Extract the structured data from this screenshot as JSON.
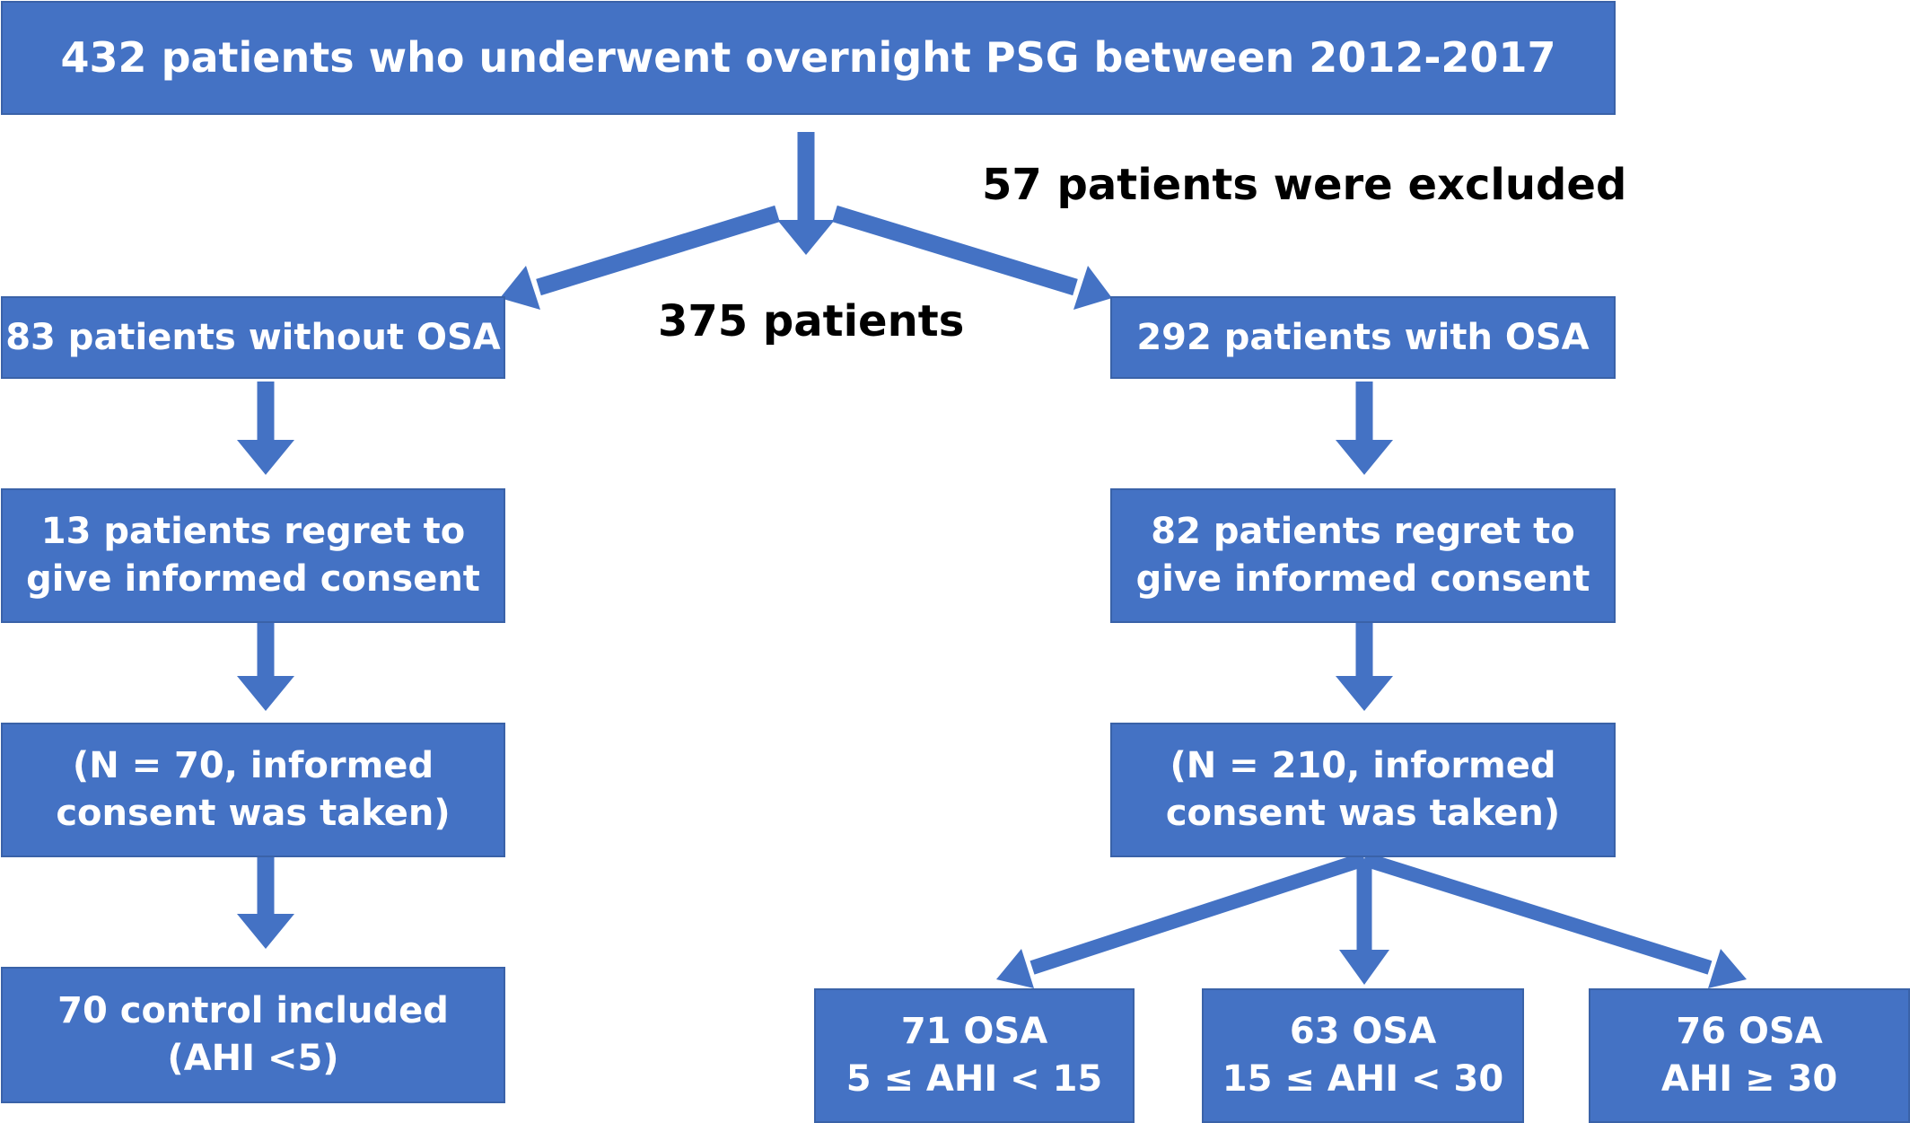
{
  "colors": {
    "box_fill": "#4472C4",
    "box_border": "#3A62A8",
    "box_text": "#ffffff",
    "arrow": "#4472C4",
    "note_text": "#000000"
  },
  "top": {
    "text": "432 patients who underwent overnight PSG between 2012-2017"
  },
  "excluded_note": "57 patients were excluded",
  "remaining_note": "375 patients",
  "left": {
    "group": "83 patients without OSA",
    "regret": [
      "13 patients regret to",
      "give informed consent"
    ],
    "consent": [
      "(N = 70, informed",
      "consent was taken)"
    ],
    "included": [
      "70 control included",
      "(AHI  <5)"
    ]
  },
  "right": {
    "group": "292 patients with OSA",
    "regret": [
      "82 patients regret to",
      "give informed consent"
    ],
    "consent": [
      "(N = 210, informed",
      "consent was taken)"
    ],
    "subgroups": [
      {
        "title": "71 OSA",
        "criteria": "5 ≤ AHI < 15"
      },
      {
        "title": "63 OSA",
        "criteria": "15 ≤ AHI < 30"
      },
      {
        "title": "76 OSA",
        "criteria": "AHI ≥ 30"
      }
    ]
  }
}
